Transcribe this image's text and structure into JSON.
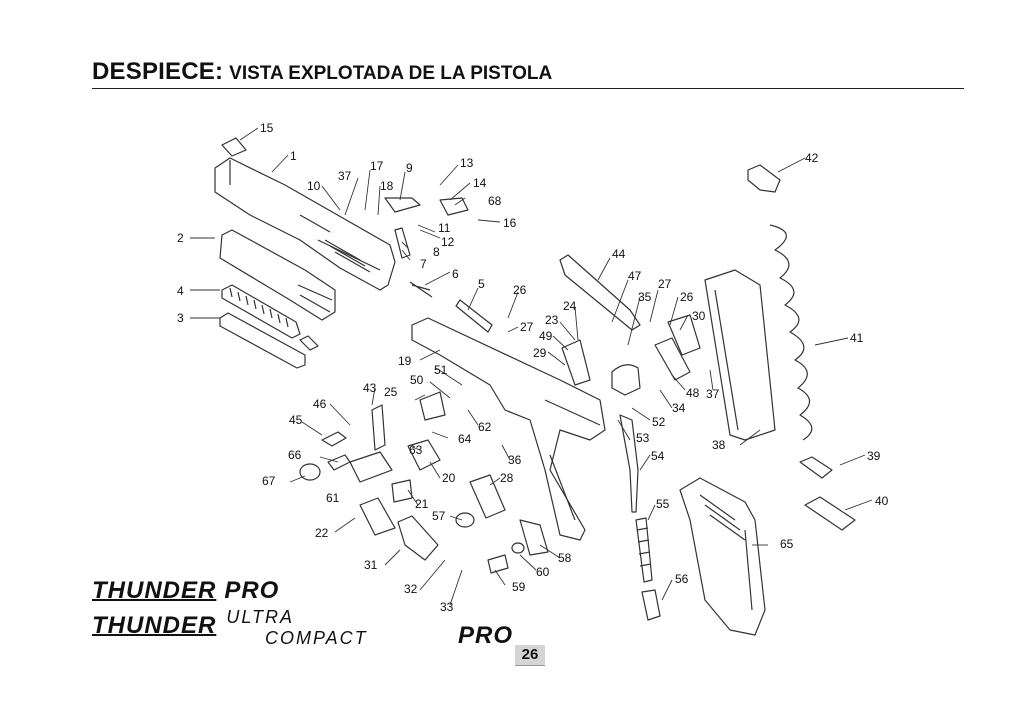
{
  "header": {
    "title_main": "DESPIECE:",
    "title_sub": "VISTA EXPLOTADA DE LA PISTOLA"
  },
  "branding": {
    "thunder": "THUNDER",
    "pro": "PRO",
    "ultra": "ULTRA",
    "compact": "COMPACT",
    "pro_2": "PRO"
  },
  "page_number": "26",
  "callouts": [
    "1",
    "2",
    "3",
    "4",
    "5",
    "6",
    "7",
    "8",
    "9",
    "10",
    "11",
    "12",
    "13",
    "14",
    "15",
    "16",
    "17",
    "18",
    "19",
    "20",
    "21",
    "22",
    "23",
    "24",
    "25",
    "26",
    "26",
    "27",
    "27",
    "28",
    "29",
    "30",
    "31",
    "32",
    "33",
    "34",
    "35",
    "36",
    "37",
    "37",
    "38",
    "39",
    "40",
    "41",
    "42",
    "43",
    "44",
    "45",
    "46",
    "47",
    "48",
    "49",
    "50",
    "51",
    "52",
    "53",
    "54",
    "55",
    "56",
    "57",
    "58",
    "59",
    "60",
    "61",
    "62",
    "63",
    "64",
    "65",
    "66",
    "67",
    "68"
  ],
  "colors": {
    "line": "#333333",
    "text": "#111111",
    "page_box": "#d5d5d5"
  }
}
